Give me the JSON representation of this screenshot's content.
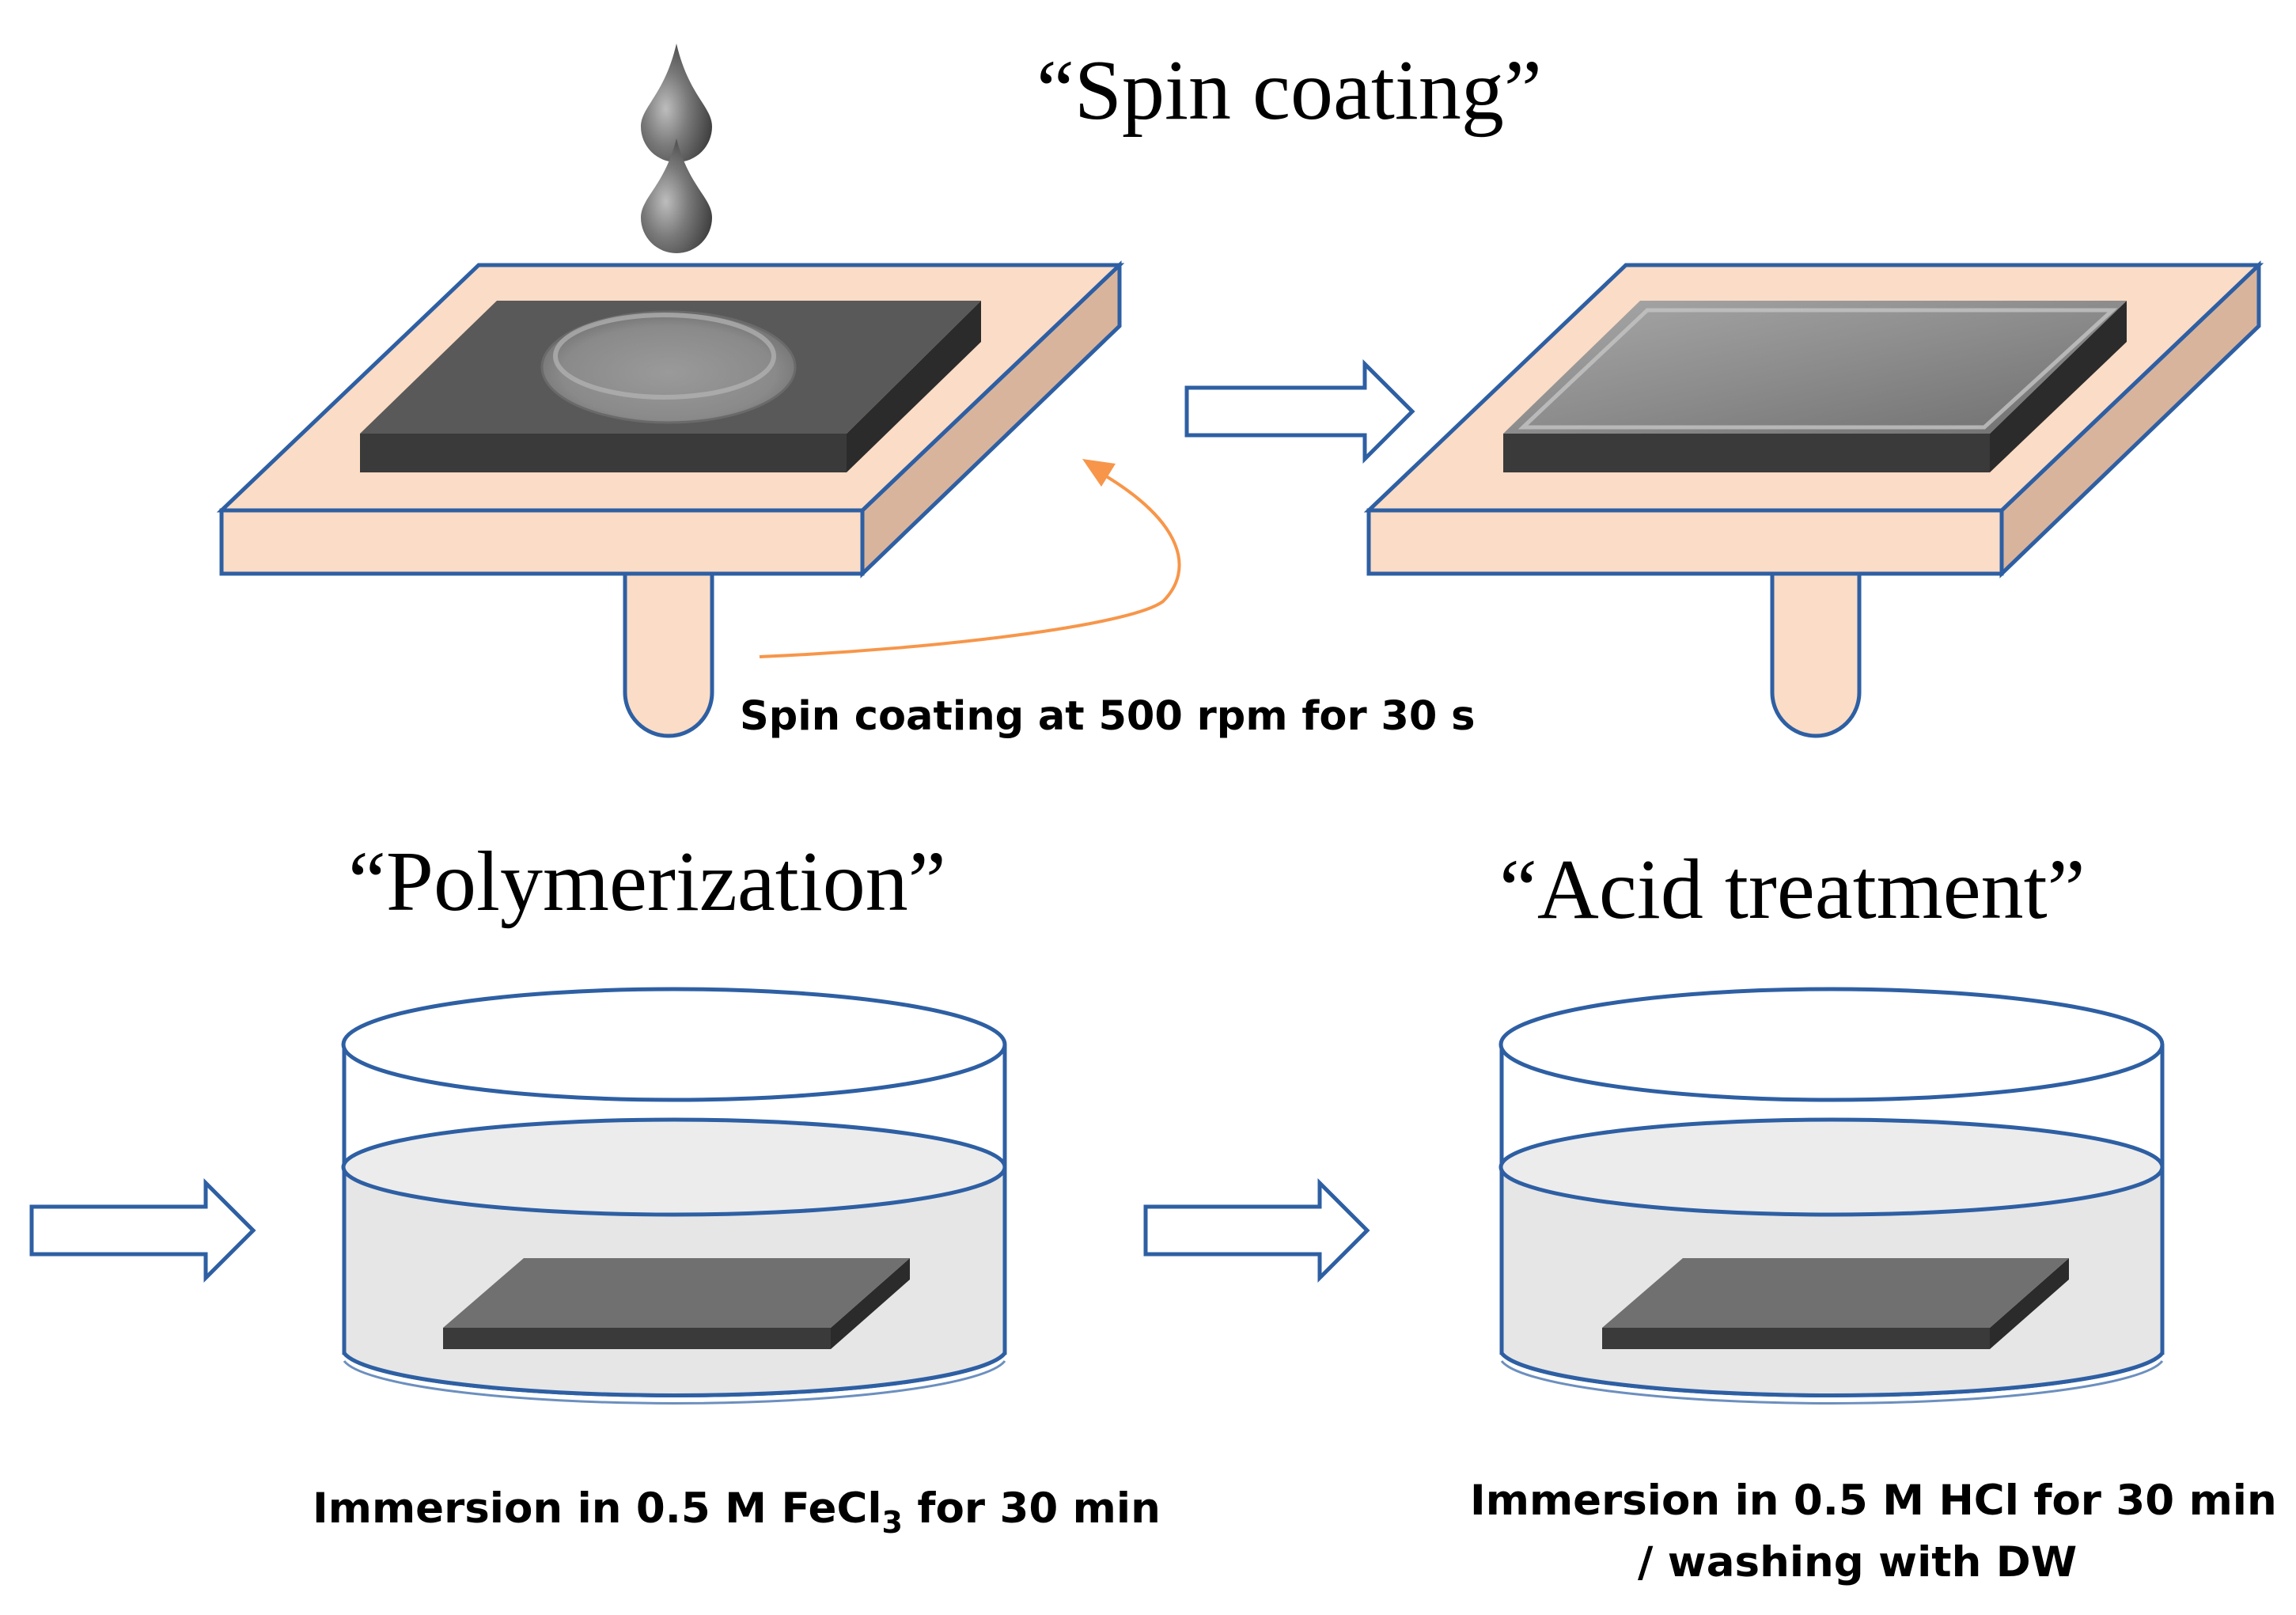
{
  "steps": {
    "spin_coating": {
      "title": "“Spin coating”",
      "caption": "Spin coating at 500 rpm for 30 s"
    },
    "polymerization": {
      "title": "“Polymerization”",
      "caption_pre": "Immersion in 0.5 M FeCl",
      "caption_sub": "3",
      "caption_post": " for 30 min"
    },
    "acid_treatment": {
      "title": "“Acid treatment”",
      "caption_line1": "Immersion in 0.5 M HCl for 30 min",
      "caption_line2": "/ washing with DW"
    }
  },
  "colors": {
    "plate_top": "#FBDCC6",
    "plate_side": "#D9B49C",
    "plate_edge": "#2E5FA3",
    "sample_top": "#5A5A5A",
    "sample_side": "#2B2B2B",
    "film": "#8A8A8A",
    "droplet": "#6B6B6B",
    "rotation_arrow": "#F7964A",
    "process_arrow": "#2E5FA3",
    "solution": "#E6E6E6"
  }
}
